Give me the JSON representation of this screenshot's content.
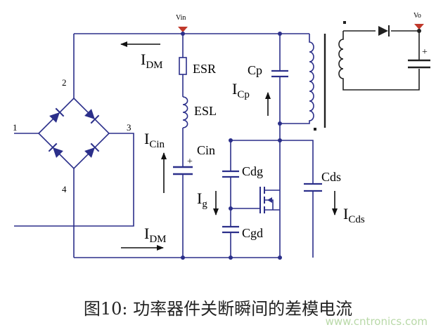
{
  "labels": {
    "vin": "Vin",
    "vo": "Vo",
    "esr": "ESR",
    "esl": "ESL",
    "cin": "Cin",
    "cp": "Cp",
    "cdg": "Cdg",
    "cgd": "Cgd",
    "cds": "Cds",
    "node1": "1",
    "node2": "2",
    "node3": "3",
    "node4": "4",
    "plus": "+"
  },
  "currents": {
    "idm_top": {
      "main": "I",
      "sub": "DM"
    },
    "idm_bottom": {
      "main": "I",
      "sub": "DM"
    },
    "icp": {
      "main": "I",
      "sub": "Cp"
    },
    "icin": {
      "main": "I",
      "sub": "Cin"
    },
    "ig": {
      "main": "I",
      "sub": "g"
    },
    "icds": {
      "main": "I",
      "sub": "Cds"
    }
  },
  "caption": "图10: 功率器件关断瞬间的差模电流",
  "watermark": "www.cntronics.com",
  "colors": {
    "wire": "#2b2f8a",
    "text": "#000000",
    "source": "#c0392b",
    "watermark": "#b9d9a8"
  }
}
